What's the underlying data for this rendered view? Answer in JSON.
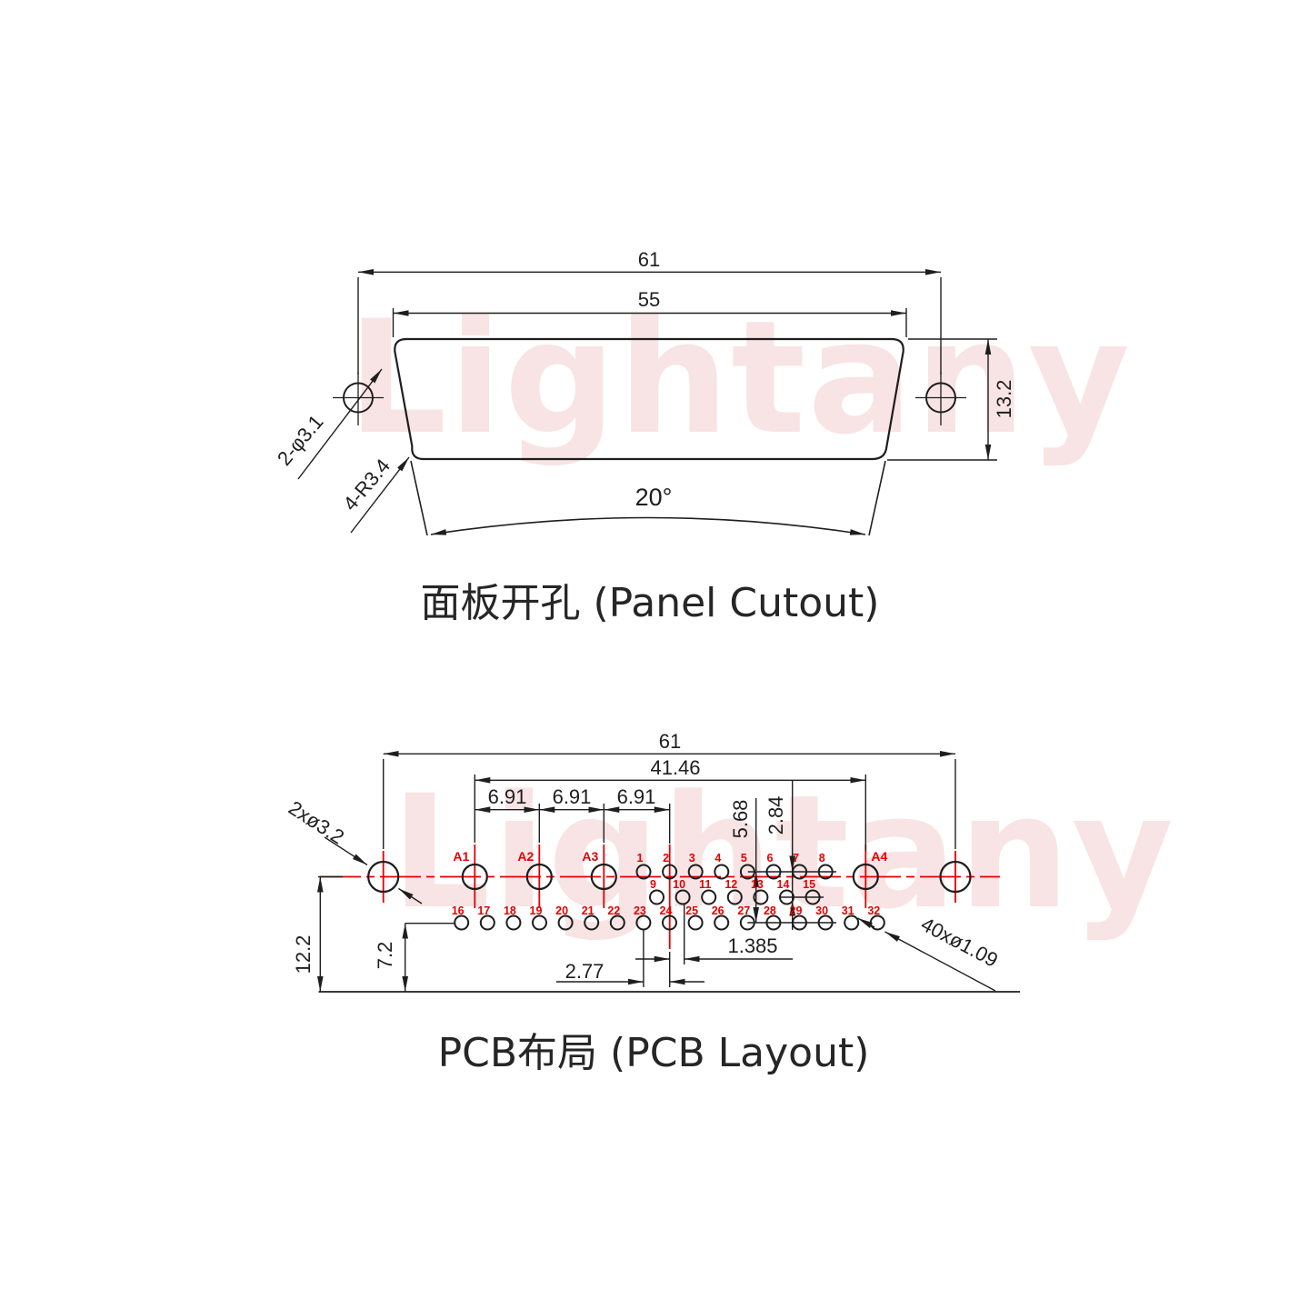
{
  "watermark": {
    "text": "Lightany"
  },
  "panel": {
    "title": "面板开孔 (Panel Cutout)",
    "dim_width_outer": "61",
    "dim_width_inner": "55",
    "dim_height": "13.2",
    "dim_angle": "20°",
    "label_holes": "2-φ3.1",
    "label_corner": "4-R3.4"
  },
  "pcb": {
    "title": "PCB布局 (PCB Layout)",
    "dim_width_outer": "61",
    "dim_width_inner": "41.46",
    "dim_coax_pitch": [
      "6.91",
      "6.91",
      "6.91"
    ],
    "dim_row_span": "5.68",
    "dim_row_pitch": "2.84",
    "dim_total_height": "12.2",
    "dim_row3_height": "7.2",
    "dim_pin_pitch": "2.77",
    "dim_row_offset": "1.385",
    "label_mount_holes": "2xø3.2",
    "label_signal_holes": "40xø1.09",
    "coax_labels": [
      "A1",
      "A2",
      "A3",
      "A4"
    ],
    "row1_labels": [
      "1",
      "2",
      "3",
      "4",
      "5",
      "6",
      "7",
      "8"
    ],
    "row2_labels": [
      "9",
      "10",
      "11",
      "12",
      "13",
      "14",
      "15"
    ],
    "row3_labels": [
      "16",
      "17",
      "18",
      "19",
      "20",
      "21",
      "22",
      "23",
      "24",
      "25",
      "26",
      "27",
      "28",
      "29",
      "30",
      "31",
      "32"
    ]
  }
}
